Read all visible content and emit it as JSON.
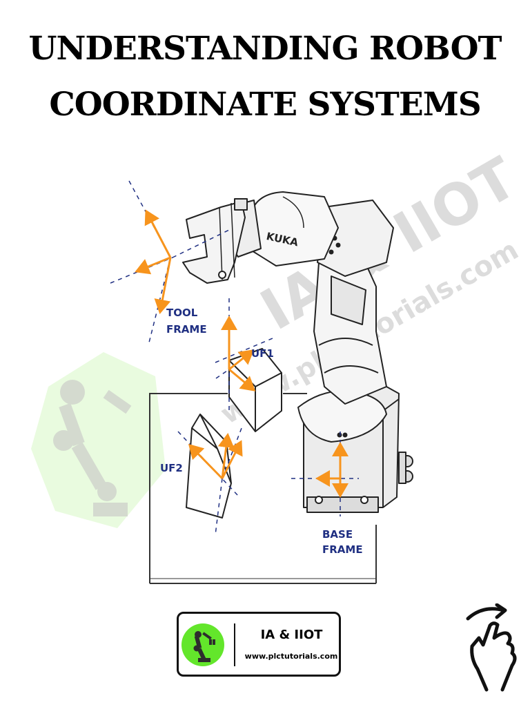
{
  "title": {
    "line1": "UNDERSTANDING ROBOT",
    "line2": "COORDINATE SYSTEMS"
  },
  "diagram": {
    "robot_brand": "KUKA",
    "labels": {
      "tool_frame_1": "TOOL",
      "tool_frame_2": "FRAME",
      "uf1": "UF1",
      "uf2": "UF2",
      "base_frame_1": "BASE",
      "base_frame_2": "FRAME"
    },
    "watermark": {
      "brand": "IA & IIOT",
      "url": "www.plctutorials.com"
    },
    "colors": {
      "axis_arrow": "#f7941d",
      "dashed_axis": "#1f2f82",
      "label_text": "#1f2f82",
      "outline": "#222222",
      "watermark_logo_bg": "#e9fbdf"
    }
  },
  "logo": {
    "name": "IA & IIOT",
    "url": "www.plctutorials.com",
    "icon": "robot-arm-icon",
    "accent": "#63e62b"
  },
  "swipe_hint": {
    "icon": "swipe-hand-icon"
  }
}
